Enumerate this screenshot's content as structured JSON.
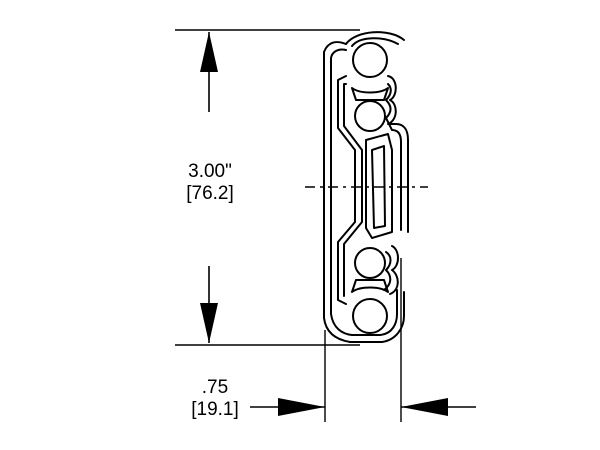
{
  "height_dimension": {
    "inches": "3.00\"",
    "millimeters": "[76.2]"
  },
  "width_dimension": {
    "inches": ".75",
    "millimeters": "[19.1]"
  }
}
